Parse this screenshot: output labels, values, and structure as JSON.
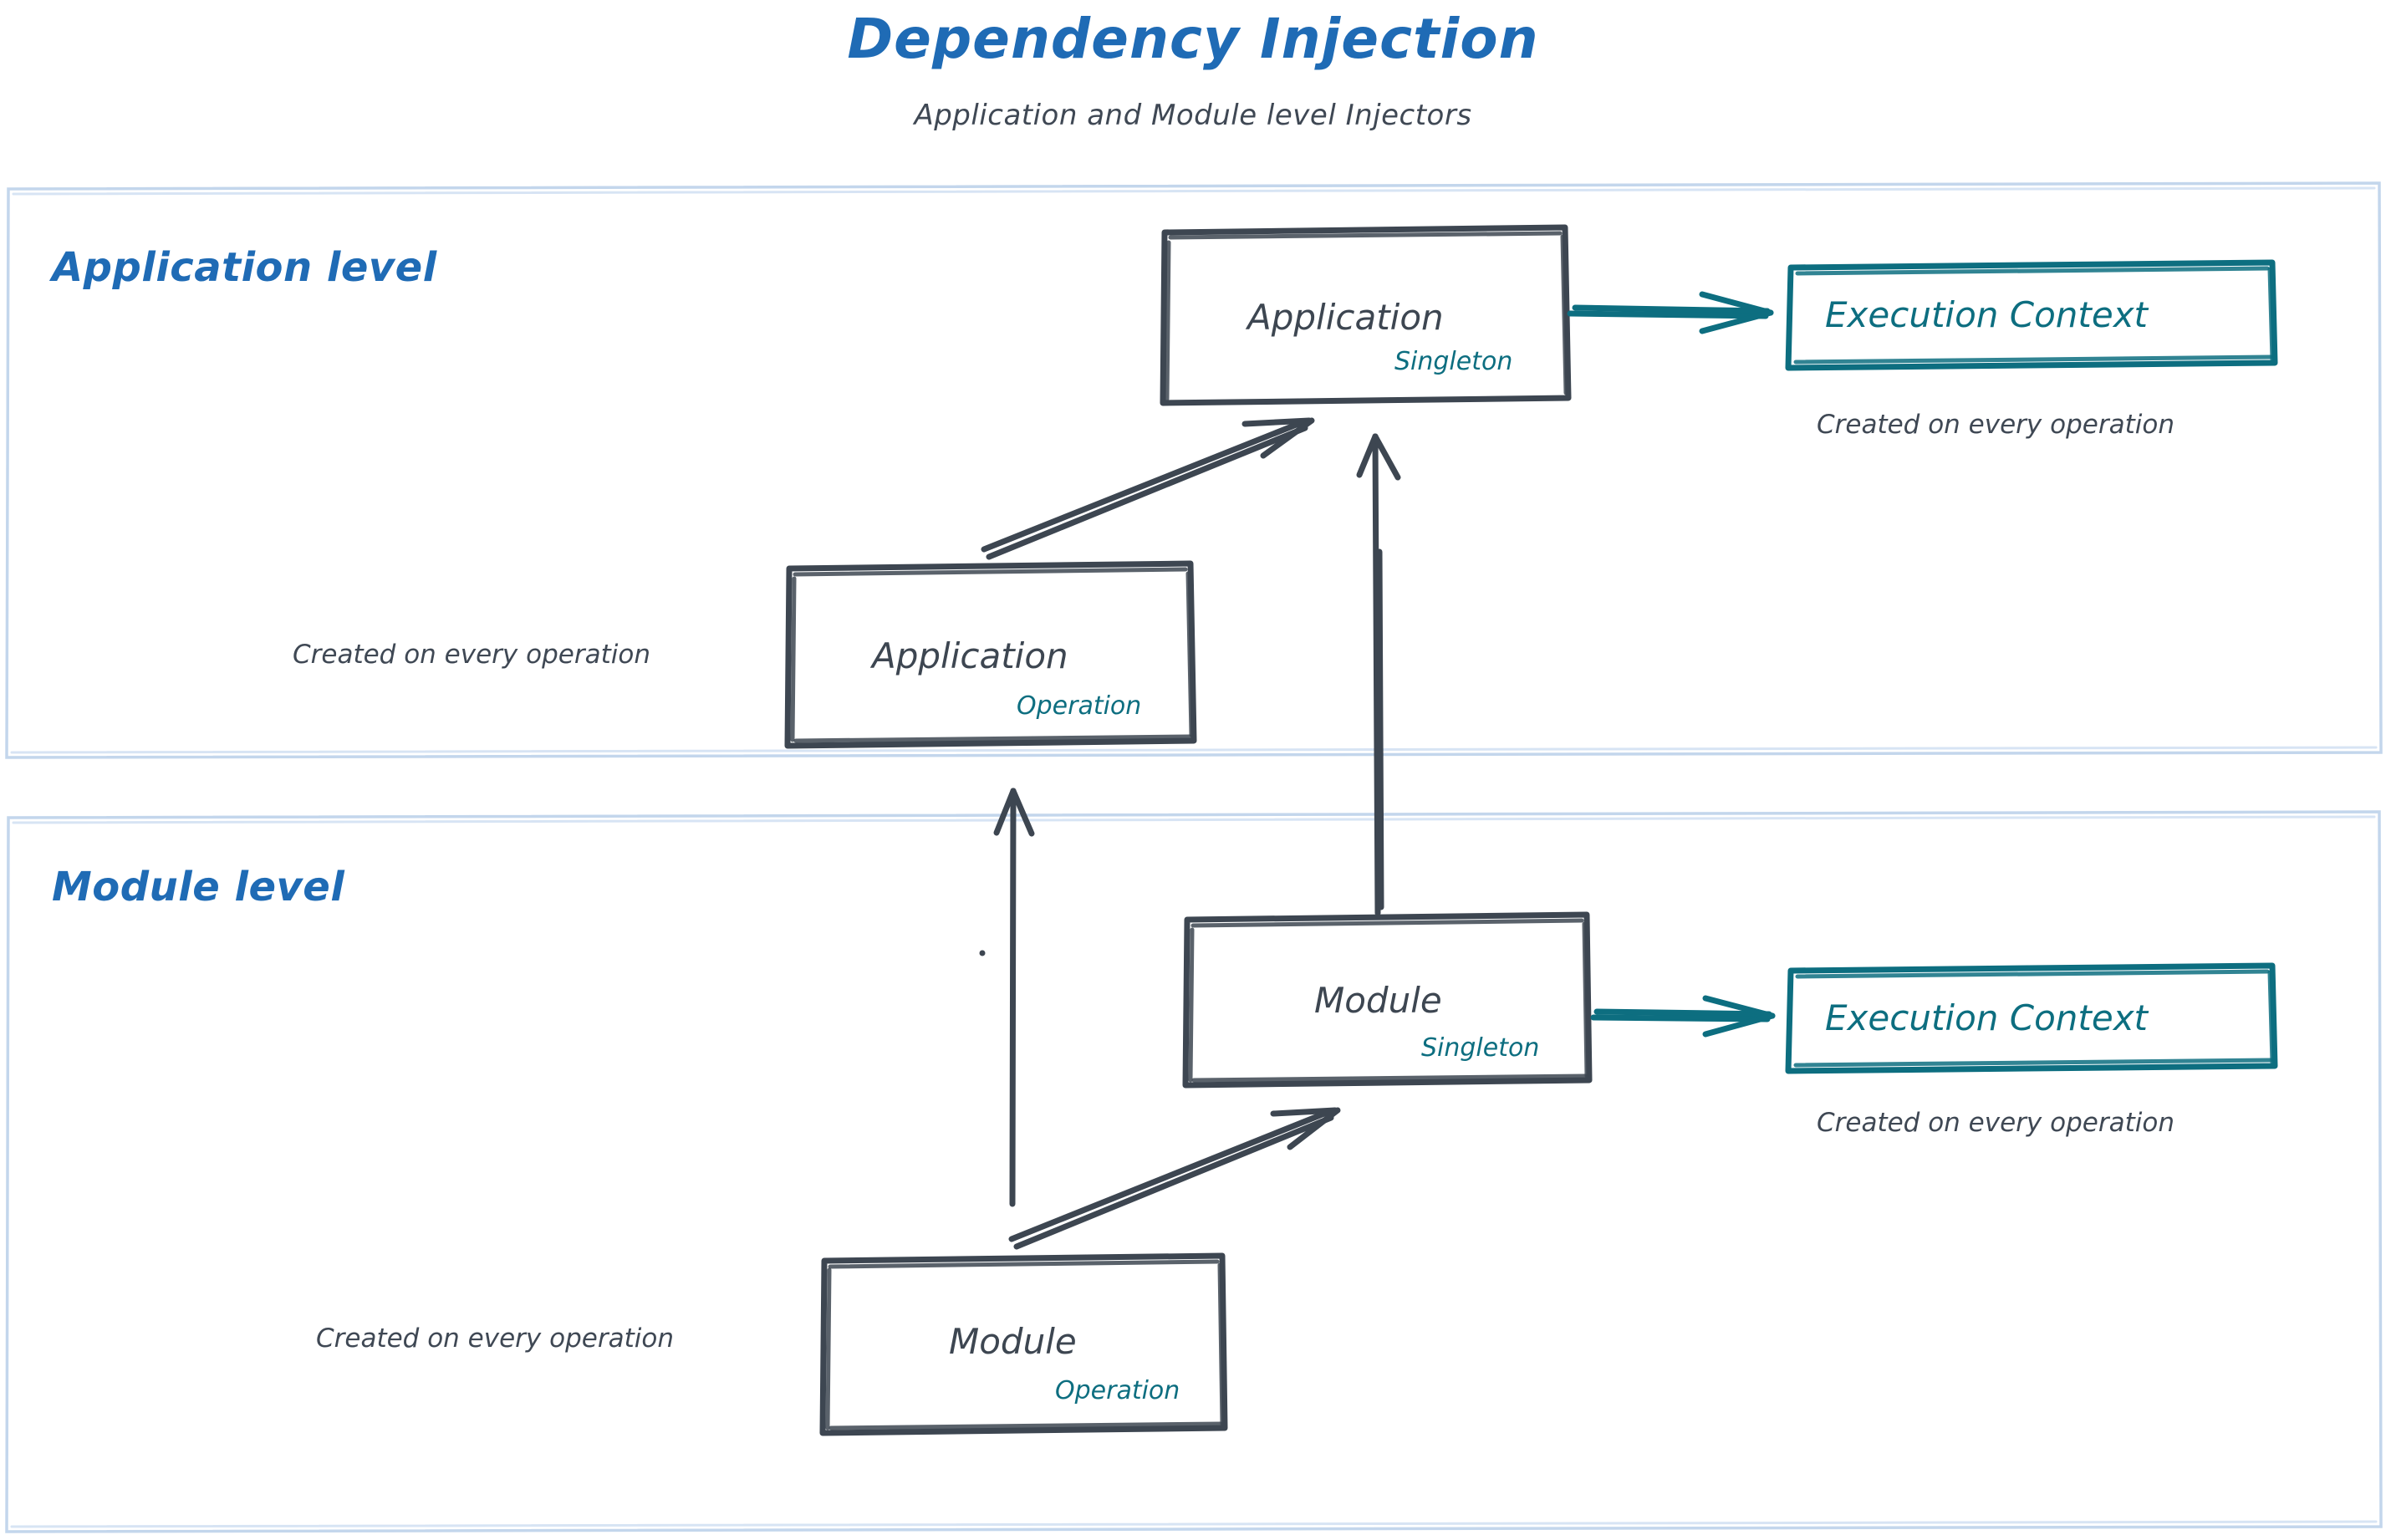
{
  "header": {
    "title": "Dependency Injection",
    "subtitle": "Application and Module level Injectors"
  },
  "colors": {
    "title_blue": "#1f6bb5",
    "node_stroke": "#3d4651",
    "accent_teal": "#0d6e80",
    "section_border": "#c3d6ec",
    "caption_gray": "#3f4854",
    "background": "#ffffff"
  },
  "sections": [
    {
      "id": "application-level",
      "heading": "Application level",
      "nodes": [
        {
          "id": "application-singleton",
          "title": "Application",
          "scope": "Singleton"
        },
        {
          "id": "application-operation",
          "title": "Application",
          "scope": "Operation"
        },
        {
          "id": "application-execution-context",
          "title": "Execution Context",
          "scope": ""
        }
      ],
      "captions": [
        {
          "id": "caption-app-execution-context",
          "text": "Created on every operation"
        },
        {
          "id": "caption-app-operation",
          "text": "Created on every operation"
        }
      ]
    },
    {
      "id": "module-level",
      "heading": "Module level",
      "nodes": [
        {
          "id": "module-singleton",
          "title": "Module",
          "scope": "Singleton"
        },
        {
          "id": "module-operation",
          "title": "Module",
          "scope": "Operation"
        },
        {
          "id": "module-execution-context",
          "title": "Execution Context",
          "scope": ""
        }
      ],
      "captions": [
        {
          "id": "caption-module-execution-context",
          "text": "Created on every operation"
        },
        {
          "id": "caption-module-operation",
          "text": "Created on every operation"
        }
      ]
    }
  ],
  "edges": [
    {
      "id": "edge-app-operation-to-app-singleton",
      "from": "application-operation",
      "to": "application-singleton",
      "style": "sketch-double",
      "color": "#3d4651"
    },
    {
      "id": "edge-app-singleton-to-app-execution-context",
      "from": "application-singleton",
      "to": "application-execution-context",
      "style": "sketch-double",
      "color": "#0d6e80"
    },
    {
      "id": "edge-module-singleton-to-app-singleton",
      "from": "module-singleton",
      "to": "application-singleton",
      "style": "sketch-double",
      "color": "#3d4651"
    },
    {
      "id": "edge-module-operation-to-app-operation",
      "from": "module-operation",
      "to": "application-level",
      "style": "sketch-single",
      "color": "#3d4651"
    },
    {
      "id": "edge-module-operation-to-module-singleton",
      "from": "module-operation",
      "to": "module-singleton",
      "style": "sketch-double",
      "color": "#3d4651"
    },
    {
      "id": "edge-module-singleton-to-module-execution-context",
      "from": "module-singleton",
      "to": "module-execution-context",
      "style": "sketch-double",
      "color": "#0d6e80"
    }
  ]
}
